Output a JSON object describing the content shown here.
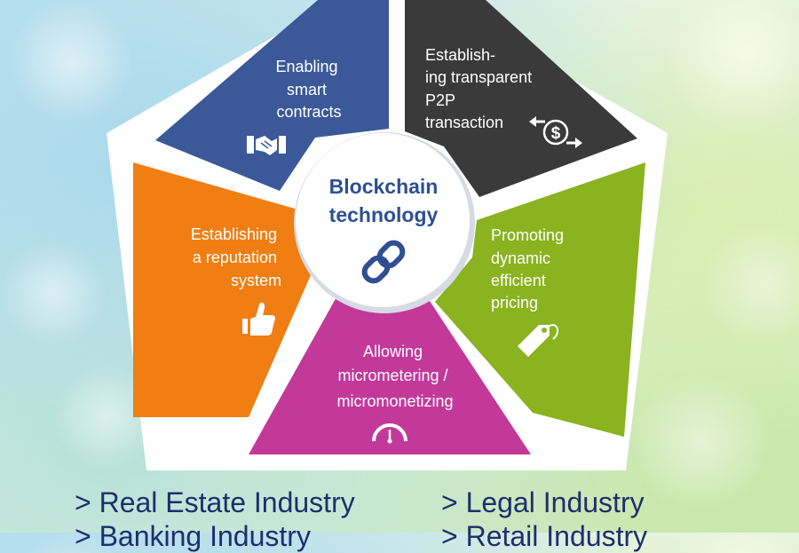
{
  "center": {
    "line1": "Blockchain",
    "line2": "technology",
    "icon": "chain-link-icon",
    "color": "#2f4f94"
  },
  "segments": [
    {
      "id": "smart-contracts",
      "color": "#3b5998",
      "lines": [
        "Enabling",
        "smart",
        "contracts"
      ],
      "icon": "handshake-icon"
    },
    {
      "id": "p2p-transaction",
      "color": "#3a3a3a",
      "lines": [
        "Establish-",
        "ing transparent",
        "P2P",
        "transaction"
      ],
      "icon": "dollar-exchange-icon"
    },
    {
      "id": "dynamic-pricing",
      "color": "#8ab31f",
      "lines": [
        "Promoting",
        "dynamic",
        "efficient",
        "pricing"
      ],
      "icon": "price-tag-icon"
    },
    {
      "id": "micrometering",
      "color": "#c2399a",
      "lines": [
        "Allowing",
        "micrometering /",
        "micromonetizing"
      ],
      "icon": "speedometer-icon"
    },
    {
      "id": "reputation",
      "color": "#f07e12",
      "lines": [
        "Establishing",
        "a reputation",
        "system"
      ],
      "icon": "thumbs-up-icon"
    }
  ],
  "industries": [
    {
      "label": "> Real Estate Industry"
    },
    {
      "label": "> Legal Industry"
    },
    {
      "label": "> Banking Industry"
    },
    {
      "label": "> Retail Industry"
    }
  ]
}
